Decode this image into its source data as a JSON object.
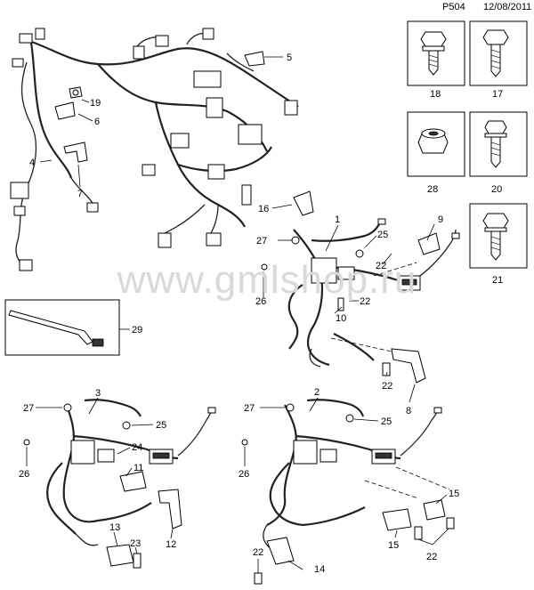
{
  "header": {
    "page_code": "P504",
    "date": "12/08/2011"
  },
  "watermark": "www.gmlshop.ru",
  "callouts": {
    "c1": "1",
    "c2": "2",
    "c3": "3",
    "c4": "4",
    "c5": "5",
    "c6": "6",
    "c7": "7",
    "c8": "8",
    "c9": "9",
    "c10": "10",
    "c11": "11",
    "c12": "12",
    "c13": "13",
    "c14": "14",
    "c15": "15",
    "c16": "16",
    "c17": "17",
    "c18": "18",
    "c19": "19",
    "c20": "20",
    "c21": "21",
    "c22": "22",
    "c23": "23",
    "c24": "24",
    "c25": "25",
    "c26": "26",
    "c27": "27",
    "c28": "28",
    "c29": "29"
  }
}
